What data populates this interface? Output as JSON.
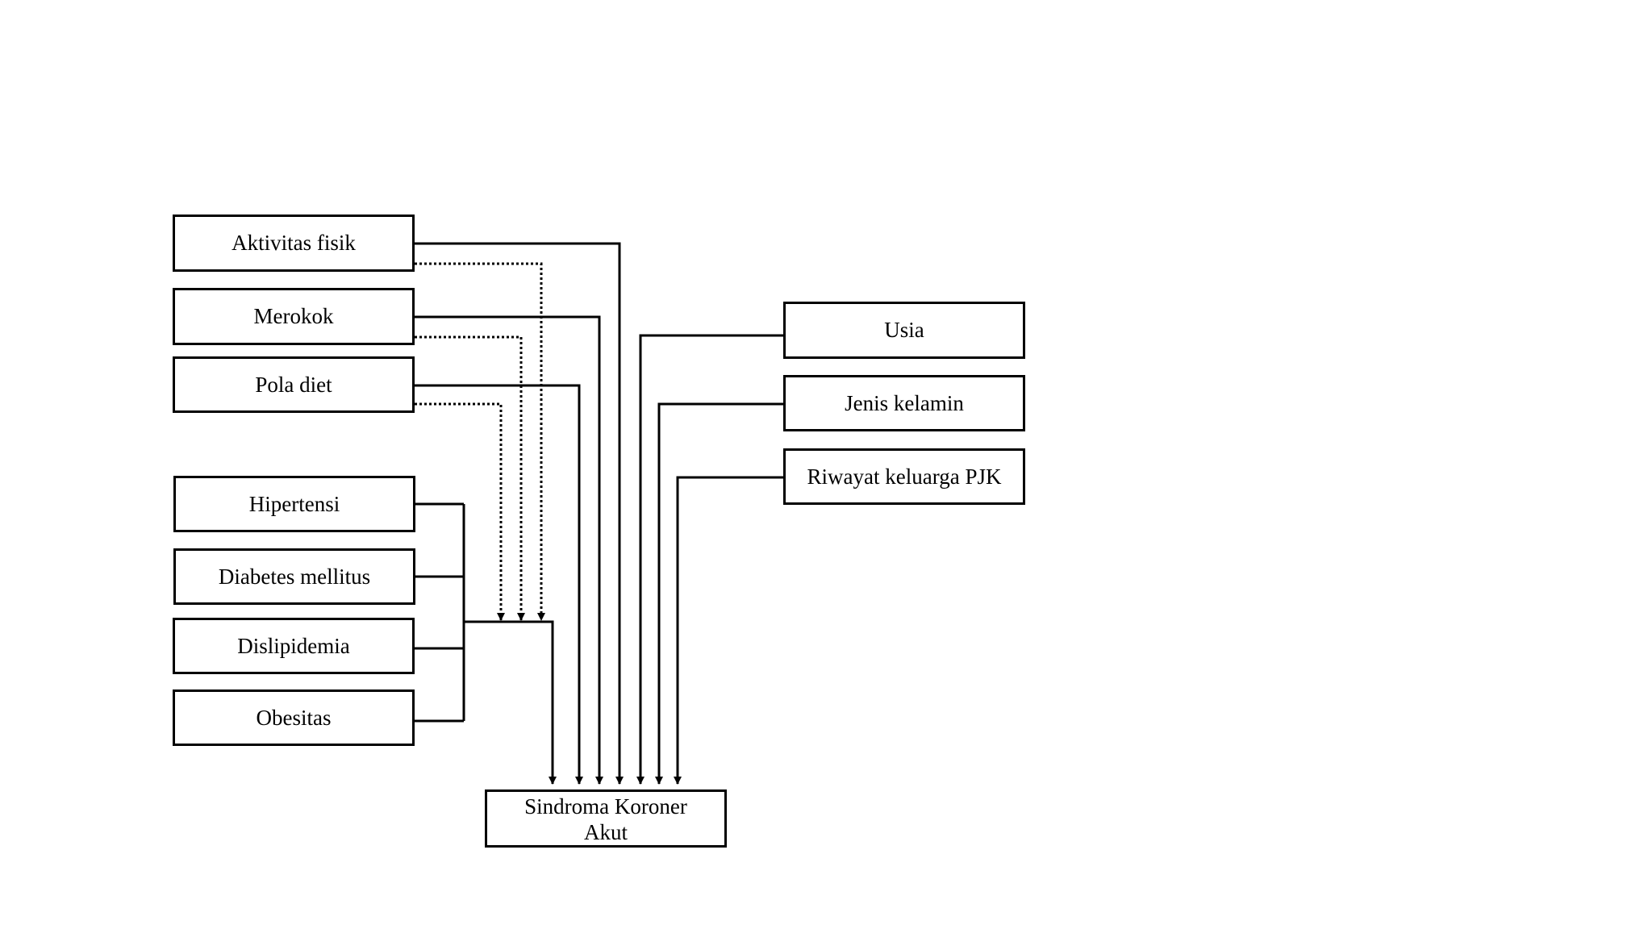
{
  "diagram": {
    "lifestyle_factors": [
      "Aktivitas fisik",
      "Merokok",
      "Pola diet"
    ],
    "clinical_factors": [
      "Hipertensi",
      "Diabetes mellitus",
      "Dislipidemia",
      "Obesitas"
    ],
    "non_modifiable_factors": [
      "Usia",
      "Jenis kelamin",
      "Riwayat keluarga PJK"
    ],
    "outcome": {
      "line1": "Sindroma Koroner",
      "line2": "Akut"
    },
    "edges": [
      {
        "from": "Aktivitas fisik",
        "to": "Sindroma Koroner Akut",
        "style": "solid"
      },
      {
        "from": "Merokok",
        "to": "Sindroma Koroner Akut",
        "style": "solid"
      },
      {
        "from": "Pola diet",
        "to": "Sindroma Koroner Akut",
        "style": "solid"
      },
      {
        "from": "Aktivitas fisik",
        "to": "clinical factors",
        "style": "dotted"
      },
      {
        "from": "Merokok",
        "to": "clinical factors",
        "style": "dotted"
      },
      {
        "from": "Pola diet",
        "to": "clinical factors",
        "style": "dotted"
      },
      {
        "from": "clinical factors",
        "to": "Sindroma Koroner Akut",
        "style": "solid"
      },
      {
        "from": "Usia",
        "to": "Sindroma Koroner Akut",
        "style": "solid"
      },
      {
        "from": "Jenis kelamin",
        "to": "Sindroma Koroner Akut",
        "style": "solid"
      },
      {
        "from": "Riwayat keluarga PJK",
        "to": "Sindroma Koroner Akut",
        "style": "solid"
      }
    ],
    "colors": {
      "line": "#000000",
      "box_border": "#000000",
      "background": "#ffffff"
    }
  }
}
